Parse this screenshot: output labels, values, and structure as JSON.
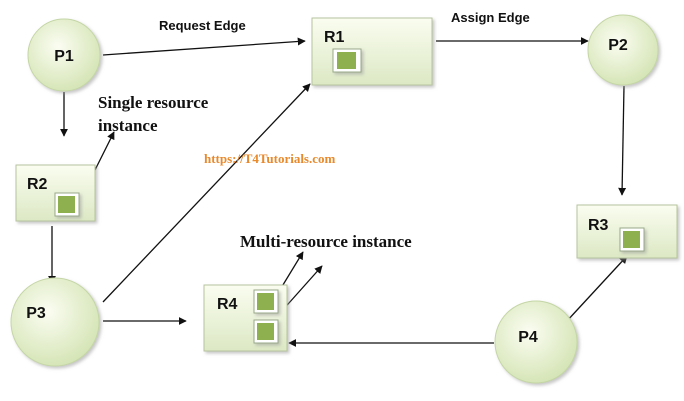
{
  "processes": {
    "p1": "P1",
    "p2": "P2",
    "p3": "P3",
    "p4": "P4"
  },
  "resources": {
    "r1": "R1",
    "r2": "R2",
    "r3": "R3",
    "r4": "R4"
  },
  "labels": {
    "request_edge": "Request Edge",
    "assign_edge": "Assign Edge",
    "single_line1": "Single resource",
    "single_line2": "instance",
    "multi": "Multi-resource instance",
    "watermark": "https://T4Tutorials.com"
  },
  "colors": {
    "process_fill_center": "#fbfdf2",
    "process_fill_edge": "#d4e4b4",
    "resource_fill_top": "#fafdf0",
    "resource_fill_bottom": "#dce8c4",
    "instance_green": "#8fb04e",
    "watermark": "#e8892c"
  }
}
